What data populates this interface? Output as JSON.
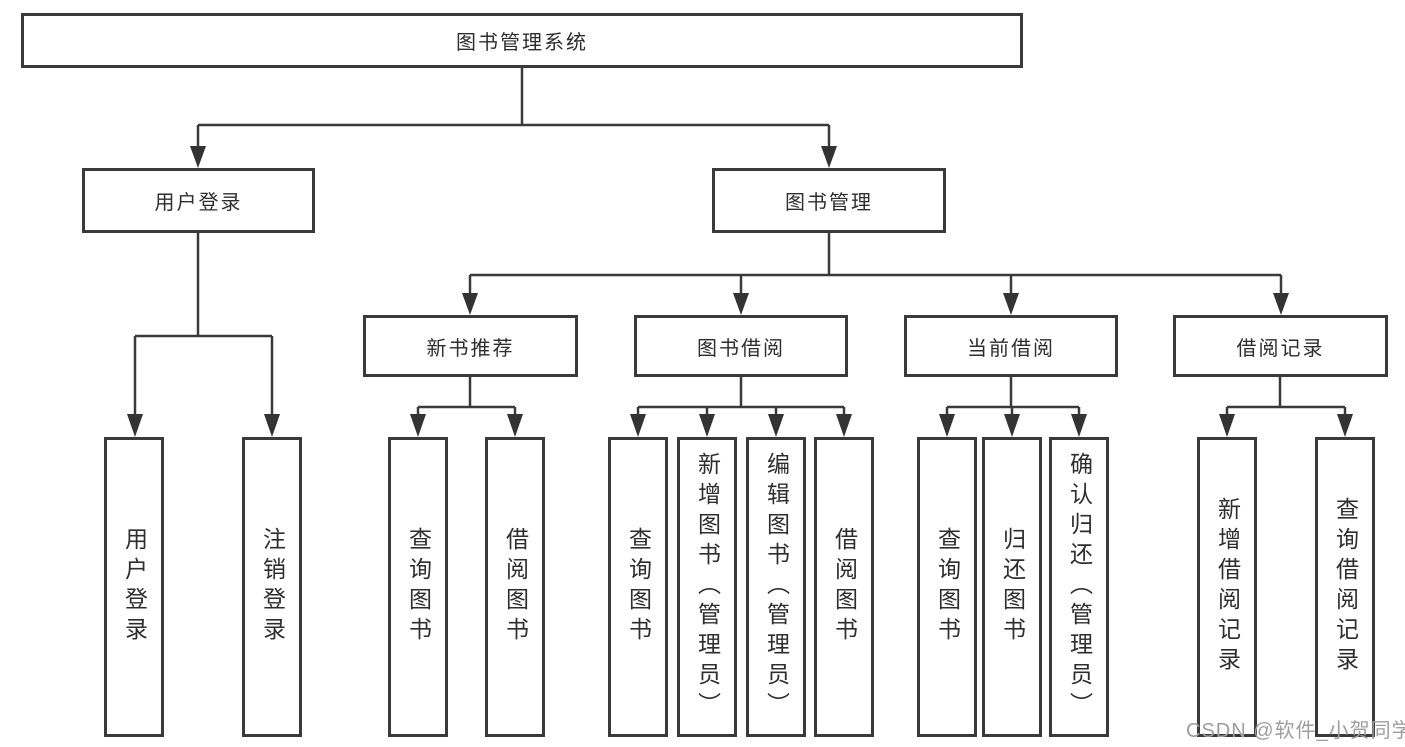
{
  "colors": {
    "line": "#3a3a3a",
    "box_border": "#3a3a3a",
    "box_fill": "#ffffff",
    "text": "#2e2e2e",
    "watermark": "#9e9e9e"
  },
  "nodes": {
    "root": {
      "label": "图书管理系统"
    },
    "user_login": {
      "label": "用户登录"
    },
    "book_mgmt": {
      "label": "图书管理"
    },
    "new_book_rec": {
      "label": "新书推荐"
    },
    "book_borrow": {
      "label": "图书借阅"
    },
    "current_borrow": {
      "label": "当前借阅"
    },
    "borrow_record": {
      "label": "借阅记录"
    },
    "leaf_user_login": {
      "label": "用户登录"
    },
    "leaf_logout": {
      "label": "注销登录"
    },
    "leaf_nbr_query": {
      "label": "查询图书"
    },
    "leaf_nbr_borrow": {
      "label": "借阅图书"
    },
    "leaf_bb_query": {
      "label": "查询图书"
    },
    "leaf_bb_add": {
      "label": "新增图书（管理员）"
    },
    "leaf_bb_edit": {
      "label": "编辑图书（管理员）"
    },
    "leaf_bb_borrow": {
      "label": "借阅图书"
    },
    "leaf_cb_query": {
      "label": "查询图书"
    },
    "leaf_cb_return": {
      "label": "归还图书"
    },
    "leaf_cb_confirm": {
      "label": "确认归还（管理员）"
    },
    "leaf_br_add": {
      "label": "新增借阅记录"
    },
    "leaf_br_query": {
      "label": "查询借阅记录"
    }
  },
  "hierarchy": {
    "图书管理系统": {
      "用户登录": [
        "用户登录",
        "注销登录"
      ],
      "图书管理": {
        "新书推荐": [
          "查询图书",
          "借阅图书"
        ],
        "图书借阅": [
          "查询图书",
          "新增图书（管理员）",
          "编辑图书（管理员）",
          "借阅图书"
        ],
        "当前借阅": [
          "查询图书",
          "归还图书",
          "确认归还（管理员）"
        ],
        "借阅记录": [
          "新增借阅记录",
          "查询借阅记录"
        ]
      }
    }
  },
  "watermark": {
    "text": "CSDN @软件_小贺同学"
  }
}
